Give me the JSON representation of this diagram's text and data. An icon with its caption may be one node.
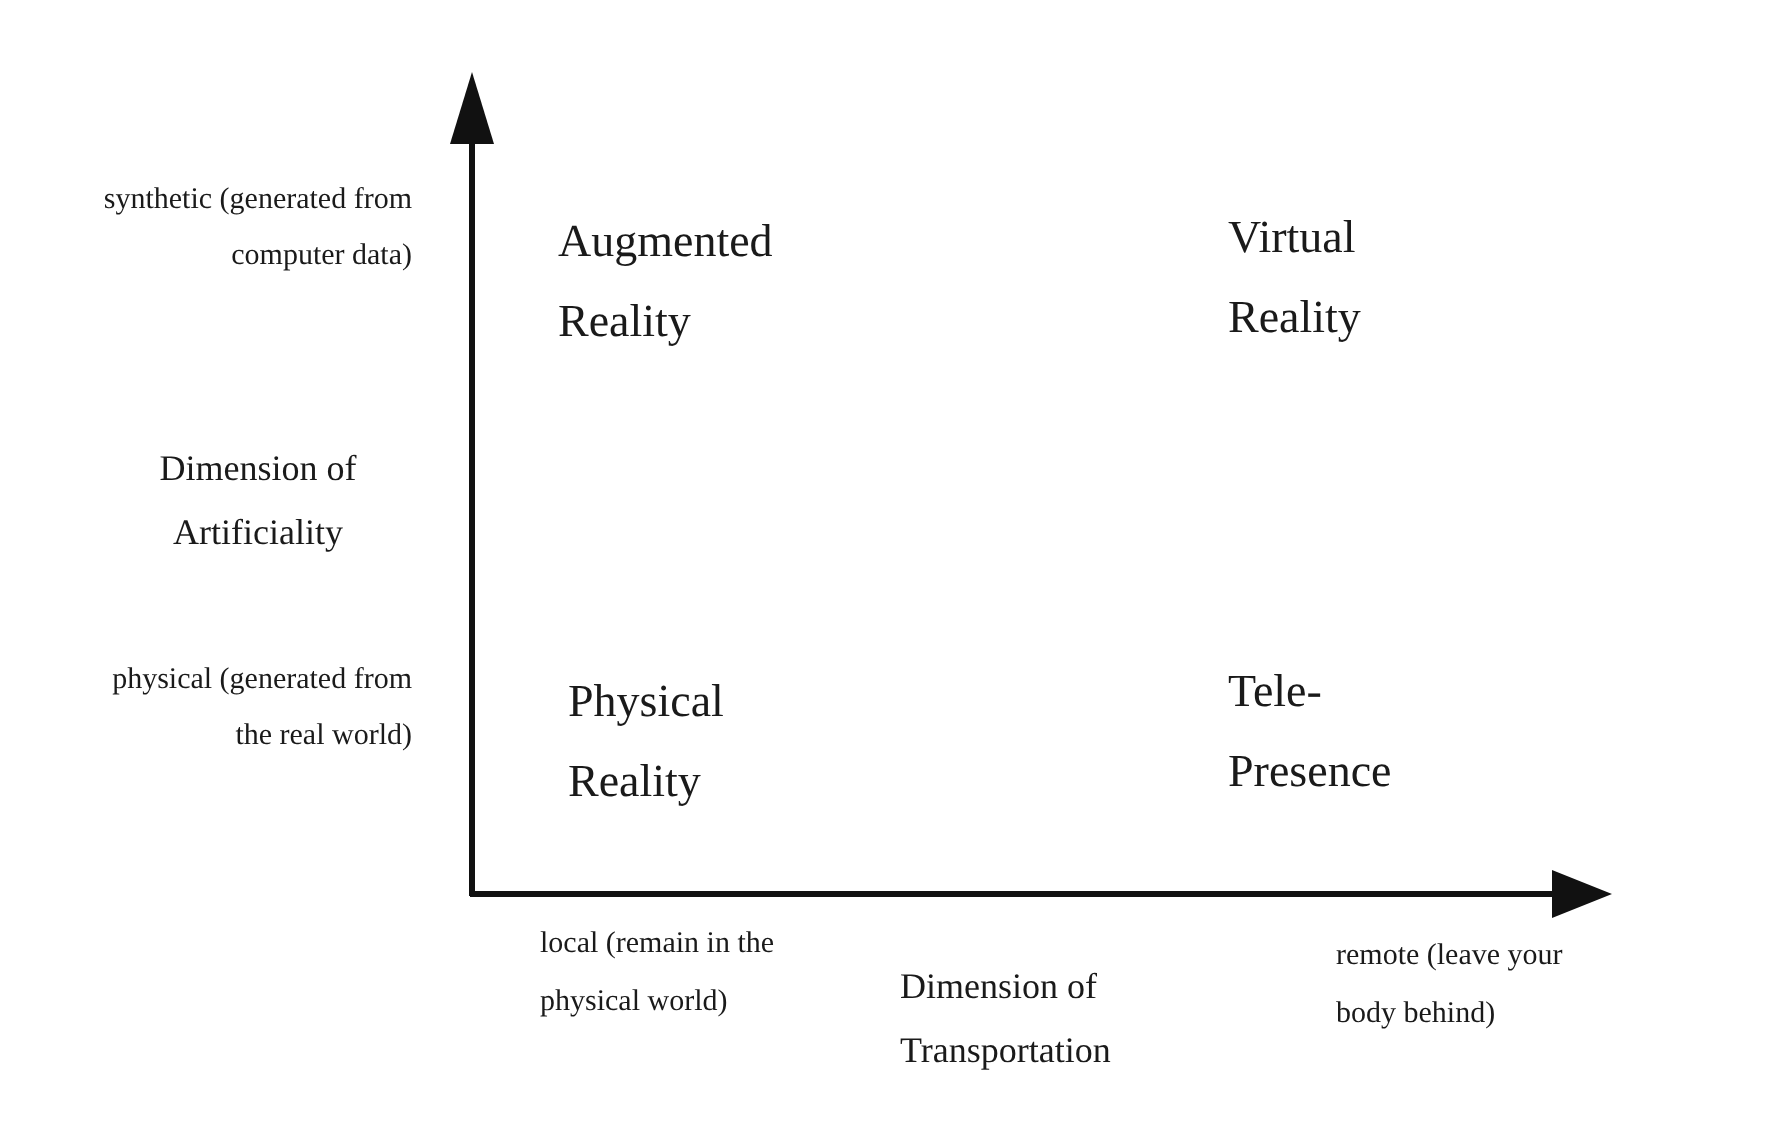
{
  "diagram": {
    "labels": [
      "synthetic (generated from computer data)",
      "Augmented Reality",
      "Virtual Reality",
      "Dimension of Artificiality",
      "physical (generated from the real world)",
      "Physical Reality",
      "Tele- Presence",
      "local (remain in the physical world)",
      "Dimension of Transportation",
      "remote (leave your body behind)"
    ]
  }
}
